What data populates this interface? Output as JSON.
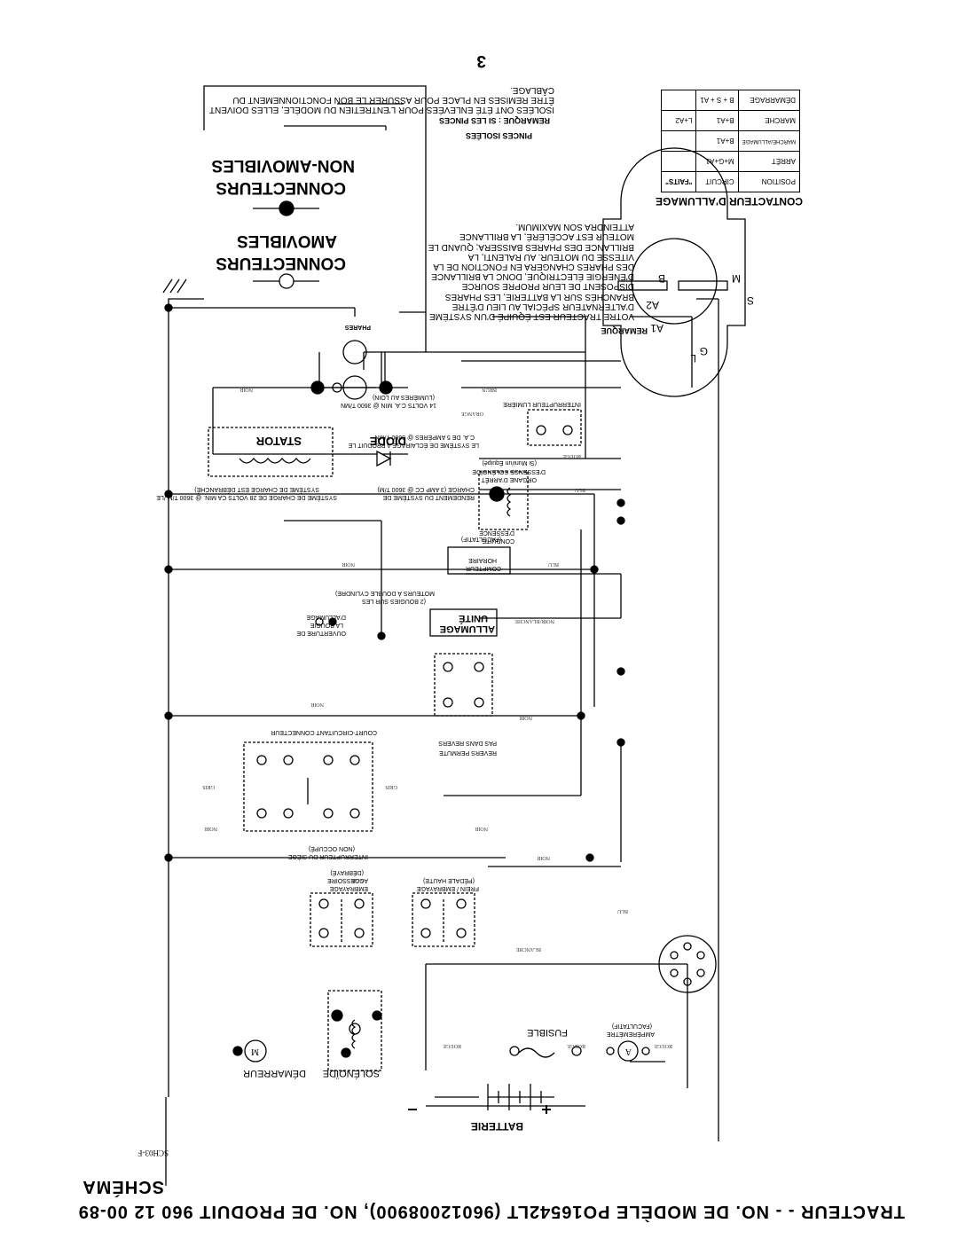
{
  "title": "TRACTEUR - - NO. DE MODÈLE PO16542LT (96012008900), NO. DE PRODUIT 960 12 00-89",
  "subtitle": "SCHÉMA",
  "page_number": "3",
  "diagram_code": "SCH03-F",
  "battery": "BATTERIE",
  "solenoid": "SOLÉNOÏDE",
  "starter": "DÉMARREUR",
  "motor_symbol": "M",
  "ammeter_symbol": "A",
  "fuse": "FUSIBLE",
  "ammeter": [
    "AMPÈREMÈTRE",
    "(FACULTATIF)"
  ],
  "pto_clutch": [
    "EMBRAYAGE",
    "ACCESSOIRE",
    "(DÉBRAYÉ)"
  ],
  "brake_clutch": [
    "FREIN / EMBRAYAGE",
    "(PÉDALE HAUTE)"
  ],
  "seat_switch": [
    "INTERRUPTEUR DU SIÈGE",
    "(NON OCCUPÉ)"
  ],
  "reverse_switch": [
    "REVERS PERMUTE",
    "PAS DANS REVERS"
  ],
  "short_connector": "COURT-CIRCUITANT CONNECTEUR",
  "ignition_unit": [
    "ALLUMAGE",
    "UNITÉ"
  ],
  "spark_plug": [
    "OUVERTURE DE",
    "LA BOUGIE",
    "D'ALLUMAGE"
  ],
  "spark_note": [
    "(2 BOUGIES SUR LES",
    "MOTEURS À DOUBLE CYLINDRE)"
  ],
  "hour_meter": [
    "COMPTEUR",
    "HORAIRE"
  ],
  "optional": "(FACULTATIF)",
  "fuel_conduit": [
    "CONDUITE",
    "D'ESSENCE"
  ],
  "fuel_solenoid": [
    "ORGANE D'ARRÊT",
    "D'ESSENCE SOLÉNOÏDE",
    "(Si Muni/un Équipé)"
  ],
  "charge_output": [
    "RENDEMENT DU SYSTÈME DE",
    "CHARGE (3 AMP CC @ 3600 T/M)"
  ],
  "charge_system": [
    "SYSTÈME DE CHARGE DE 28 VOLTS CA MIN. @ 3600 T/M /LE",
    "SYSTÈME DE CHARGE EST DÉBRANCHÉ)"
  ],
  "lighting_note": [
    "LE SYSTÈME DE ÉCLAIRAGE A PRODUIT LE",
    "C.A. DE 5 AMPÈRES @ 3600 T/MN"
  ],
  "lighting_note2": [
    "14 VOLTS C.A. MIN @ 3600 T/MN",
    "(LUMIÈRES AU LOIN)"
  ],
  "diode": "DIODE",
  "stator": "STATOR",
  "light_switch": "INTERRUPTEUR LUMIÈRE",
  "headlights": "PHARES",
  "removable_connectors": [
    "CONNECTEURS",
    "AMOVIBLES"
  ],
  "non_removable_connectors": [
    "CONNECTEURS",
    "NON-AMOVIBLES"
  ],
  "isolated_clips": "PINCES ISOLÉES",
  "remark_label": "REMARQUE",
  "isolated_note_lead": "REMARQUE : SI LES PINCES",
  "isolated_note": "ISOLÉES ONT ÉTÉ ENLEVÉES POUR L'ENTRETIEN DU MODÈLE, ELLES DOIVENT ÊTRE REMISES EN PLACE POUR ASSURER LE BON FONCTIONNEMENT DU CÂBLAGE.",
  "alternator_note": "VOTRE TRACTEUR EST ÉQUIPÉ D'UN SYSTÈME D'ALTERNATEUR SPÉCIAL AU LIEU D'ÊTRE BRANCHÉS SUR LA BATTERIE, LES PHARES DISPOSENT DE LEUR PROPRE SOURCE D'ÉNERGIE ÉLECTRIQUE, DONC LA BRILLANCE DES PHARES CHANGERA EN FONCTION DE LA VITESSE DU MOTEUR. AU RALENTI, LA BRILLANCE DES PHARES BAISSERA; QUAND LE MOTEUR EST ACCÉLÉRÉ, LA BRILLANCE ATTEINDRA SON MAXIMUM.",
  "ignition_switch_title": "CONTACTEUR D'ALLUMAGE",
  "switch_terminals": [
    "G",
    "L",
    "A1",
    "A2",
    "S",
    "B",
    "M"
  ],
  "switch_table": {
    "headers": [
      "POSITION",
      "CIRCUIT",
      "\"FAITS\""
    ],
    "rows": [
      [
        "ARRÊT",
        "M+G+A1",
        ""
      ],
      [
        "MARCHE/ALLUMAGE",
        "B+A1",
        ""
      ],
      [
        "MARCHE",
        "B+A1",
        "L+A2"
      ],
      [
        "DÉMARRAGE",
        "B + S + A1",
        ""
      ]
    ]
  },
  "wire_colors": {
    "noir": "NOIR",
    "rouge": "ROUGE",
    "blanche": "BLANCHE",
    "blu": "BLU",
    "gris": "GRIS",
    "orange": "ORANGE",
    "brun": "BRUN",
    "noir_blanche": "NOIR/BLANCHE"
  }
}
